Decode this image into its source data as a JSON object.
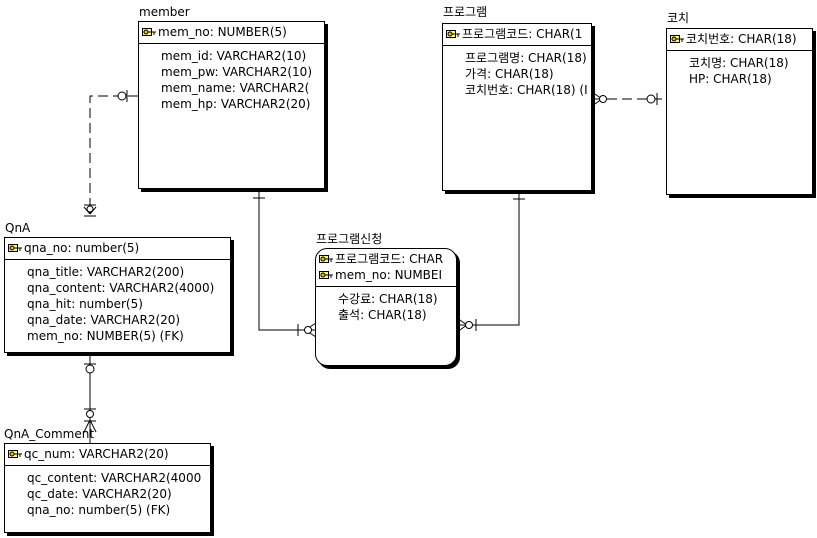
{
  "entities": {
    "member": {
      "title": "member",
      "keys": [
        "mem_no: NUMBER(5)"
      ],
      "attributes": [
        "mem_id: VARCHAR2(10)",
        "mem_pw: VARCHAR2(10)",
        "mem_name: VARCHAR2(",
        "mem_hp: VARCHAR2(20)"
      ]
    },
    "program": {
      "title": "프로그램",
      "keys": [
        "프로그램코드: CHAR(1"
      ],
      "attributes": [
        "프로그램명: CHAR(18)",
        "가격: CHAR(18)",
        "코치번호: CHAR(18) (I"
      ]
    },
    "coach": {
      "title": "코치",
      "keys": [
        "코치번호: CHAR(18)"
      ],
      "attributes": [
        "코치명: CHAR(18)",
        "HP: CHAR(18)"
      ]
    },
    "qna": {
      "title": "QnA",
      "keys": [
        "qna_no: number(5)"
      ],
      "attributes": [
        "qna_title: VARCHAR2(200)",
        "qna_content: VARCHAR2(4000)",
        "qna_hit: number(5)",
        "qna_date: VARCHAR2(20)",
        "mem_no: NUMBER(5) (FK)"
      ]
    },
    "enroll": {
      "title": "프로그램신청",
      "keys": [
        "프로그램코드: CHAR",
        "mem_no: NUMBEI"
      ],
      "attributes": [
        "수강료: CHAR(18)",
        "출석: CHAR(18)"
      ]
    },
    "qna_comment": {
      "title": "QnA_Comment",
      "keys": [
        "qc_num: VARCHAR2(20)"
      ],
      "attributes": [
        "qc_content: VARCHAR2(4000",
        "qc_date: VARCHAR2(20)",
        "qna_no: number(5) (FK)"
      ]
    }
  },
  "icons": {
    "key": "key-icon",
    "key_color": "#e3c400"
  }
}
